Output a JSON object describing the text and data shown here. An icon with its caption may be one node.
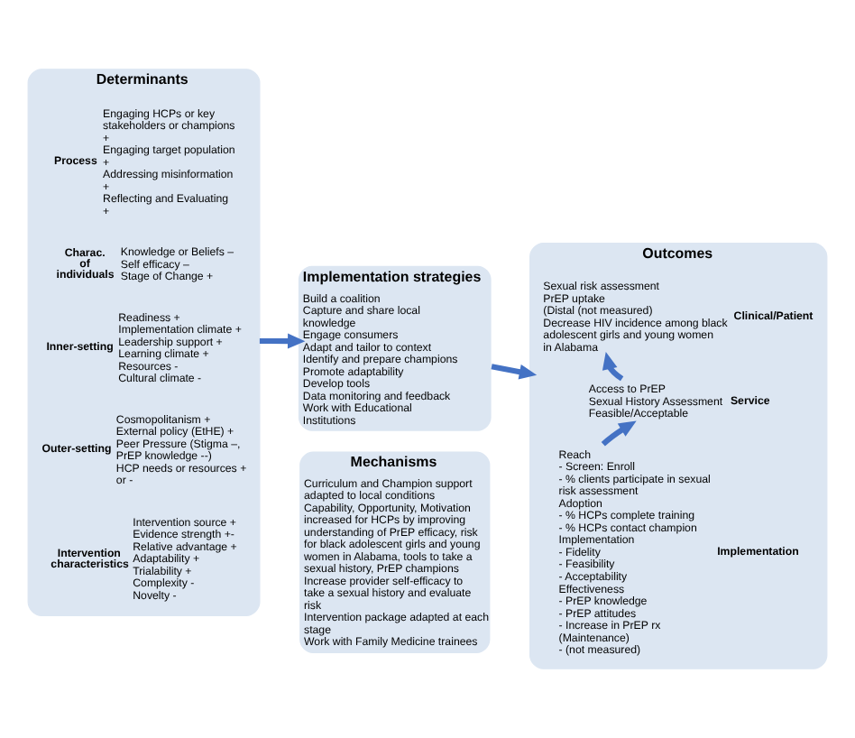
{
  "diagram": {
    "nodes": [
      {
        "text": [
          "Determinants"
        ]
      },
      {
        "text": [
          "Intervention characteristics",
          "Intervention source +",
          "Evidence strength +-",
          "Relative advantage +",
          "Adaptability +",
          "Trialability +",
          "Complexity -",
          "Novelty -"
        ],
        "in": 0
      },
      {
        "text": [
          "Outer-setting",
          "Cosmopolitanism +",
          "External policy (EtHE) +",
          "Peer Pressure (Stigma –, PrEP knowledge --)",
          "HCP needs or resources + or -"
        ],
        "in": 0
      },
      {
        "text": [
          "Inner-setting",
          "Readiness +",
          "Implementation climate +",
          "Leadership support +",
          "Learning climate +",
          "Resources -",
          "Cultural climate -"
        ],
        "in": 0
      },
      {
        "text": [
          "Charac. of individuals",
          "Knowledge or Beliefs –",
          "Self efficacy –",
          "Stage of Change +"
        ],
        "in": 0
      },
      {
        "text": [
          "Process",
          "Engaging HCPs or key stakeholders or champions +",
          "Engaging target population +",
          "Addressing misinformation +",
          "Reflecting and Evaluating +"
        ],
        "in": 0
      },
      {
        "text": [
          "Implementation strategies",
          "Build a coalition",
          "Capture and share local knowledge",
          "Engage consumers",
          "Adapt and tailor to context",
          "Identify and prepare champions",
          "Promote adaptability",
          "Develop tools",
          "Data monitoring and feedback",
          "Work with Educational Institutions"
        ]
      },
      {
        "text": [
          "Mechanisms",
          "Curriculum and Champion support adapted to local conditions",
          "Capability, Opportunity, Motivation increased for HCPs by improving understanding of PrEP efficacy, risk for black adolescent girls and young women in Alabama, tools to take a sexual history, PrEP champions",
          "Increase provider self-efficacy to take a sexual history and evaluate risk",
          "Intervention package adapted at each stage",
          "Work with Family Medicine trainees"
        ]
      },
      {
        "text": [
          "Outcomes"
        ]
      },
      {
        "text": [
          "Implementation",
          "Reach",
          "- Screen: Enroll",
          "- % clients participate in sexual risk assessment",
          "Adoption",
          "- % HCPs complete training",
          "- % HCPs contact champion",
          "Implementation",
          "- Fidelity",
          "- Feasibility",
          "- Acceptability",
          "Effectiveness",
          "- PrEP knowledge",
          "- PrEP attitudes",
          "- Increase in PrEP rx",
          "(Maintenance)",
          "- (not measured)"
        ],
        "in": 8
      },
      {
        "text": [
          "Service",
          "Access to PrEP",
          "Sexual History Assessment",
          "Feasible/Acceptable"
        ],
        "in": 8
      },
      {
        "text": [
          "Clinical/Patient",
          "Sexual risk assessment",
          "PrEP uptake",
          "(Distal (not measured)",
          "Decrease HIV incidence among black adolescent girls and young women in Alabama"
        ],
        "in": 8
      }
    ],
    "edges": [
      {
        "from": 0,
        "to": 6,
        "arrow": "to"
      },
      {
        "from": 6,
        "to": 8,
        "arrow": "to"
      },
      {
        "from": 9,
        "to": 10,
        "arrow": "to"
      },
      {
        "from": 10,
        "to": 11,
        "arrow": "to"
      }
    ]
  }
}
